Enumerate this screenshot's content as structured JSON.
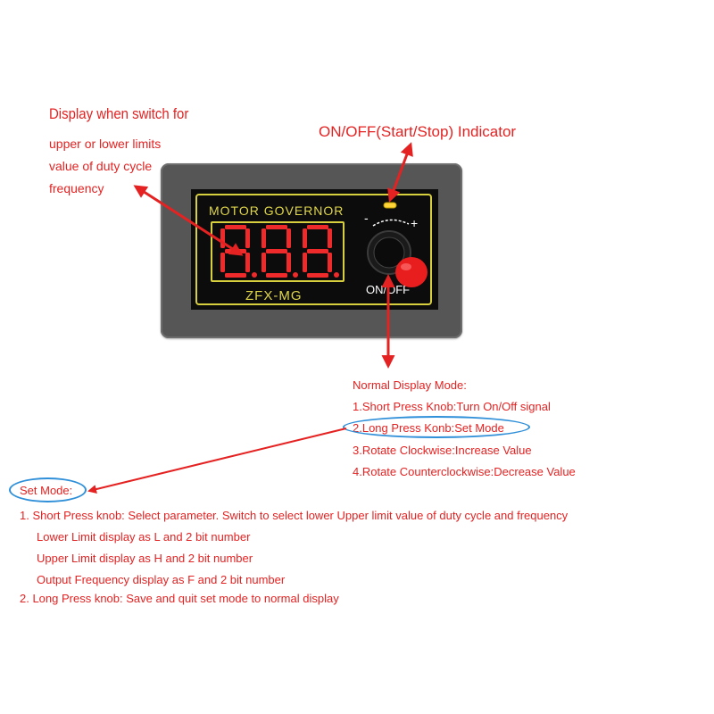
{
  "display_note": {
    "title": "Display when switch for",
    "lines": [
      "upper or lower limits",
      "value of duty cycle",
      "frequency"
    ]
  },
  "indicator_label": "ON/OFF(Start/Stop) Indicator",
  "device": {
    "title": "MOTOR GOVERNOR",
    "model": "ZFX-MG",
    "onoff": "ON/OFF",
    "minus": "-",
    "plus": "+",
    "display_value": "888"
  },
  "normal_mode": {
    "title": "Normal Display Mode:",
    "items": [
      "1.Short Press Knob:Turn On/Off signal",
      "2.Long Press Konb:Set Mode",
      "3.Rotate Clockwise:Increase Value",
      "4.Rotate Counterclockwise:Decrease Value"
    ]
  },
  "set_mode": {
    "title": "Set Mode:",
    "item1": "1. Short Press knob: Select parameter. Switch to select lower Upper limit value of duty cycle  and frequency",
    "sub": [
      "Lower Limit display as L and 2 bit number",
      "Upper Limit display as H and 2 bit number",
      "Output Frequency display as F and 2 bit number"
    ],
    "item2": "2. Long Press knob: Save and quit set mode to normal display"
  },
  "colors": {
    "annotation": "#e52222",
    "highlight": "#2f8fd8",
    "panel_text": "#e0d64a",
    "digit": "#ef2a2a"
  }
}
